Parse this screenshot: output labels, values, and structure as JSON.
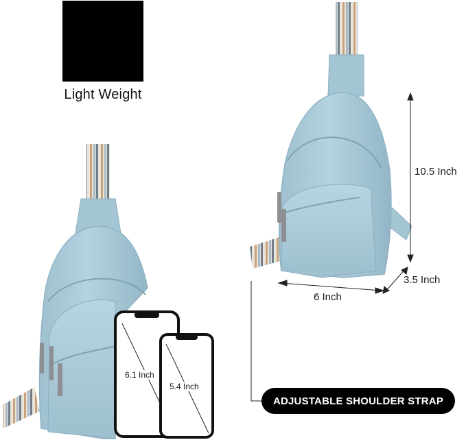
{
  "badge": {
    "label": "Light Weight",
    "icon": "sling-bag-outline-icon"
  },
  "dimensions": {
    "height": "10.5 Inch",
    "depth": "3.5 Inch",
    "width": "6 Inch"
  },
  "phones": {
    "large": "6.1 Inch",
    "small": "5.4 Inch"
  },
  "strap_label": "ADJUSTABLE SHOULDER STRAP",
  "colors": {
    "bag": "#a9c9d8",
    "bag_shadow": "#8fb3c4",
    "zipper": "#7f9fae",
    "strap_stripes": [
      "#e8e3d6",
      "#c7a07a",
      "#9fb3c2",
      "#6f7f8c"
    ]
  }
}
